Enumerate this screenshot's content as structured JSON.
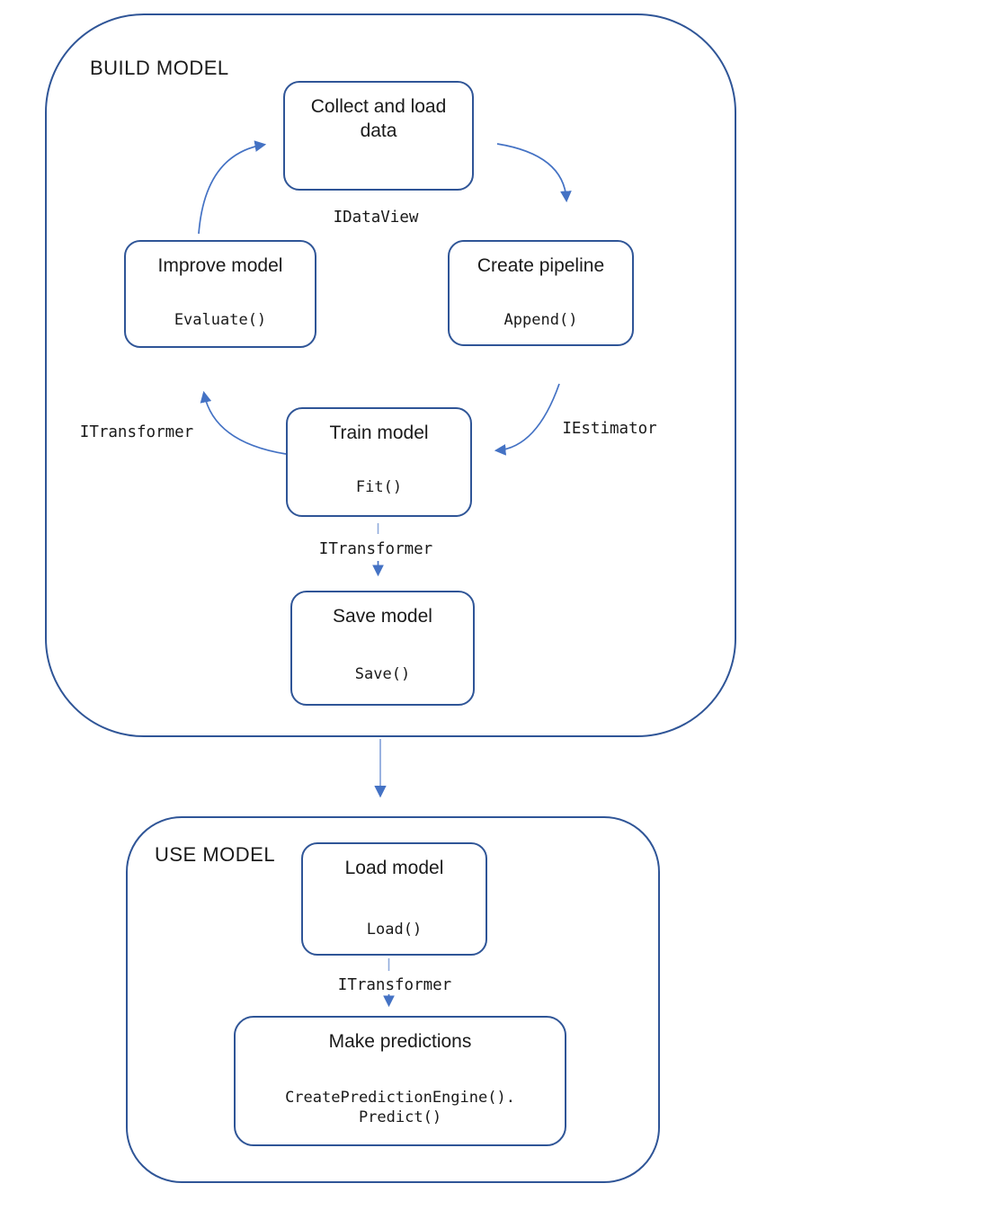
{
  "build": {
    "label": "BUILD MODEL",
    "nodes": {
      "collect": {
        "title": "Collect and load data"
      },
      "create": {
        "title": "Create pipeline",
        "code": "Append()"
      },
      "train": {
        "title": "Train model",
        "code": "Fit()"
      },
      "improve": {
        "title": "Improve model",
        "code": "Evaluate()"
      },
      "save": {
        "title": "Save model",
        "code": "Save()"
      }
    },
    "edge_labels": {
      "idataview": "IDataView",
      "iestimator": "IEstimator",
      "itransformer_loop": "ITransformer",
      "itransformer_save": "ITransformer"
    }
  },
  "use": {
    "label": "USE MODEL",
    "nodes": {
      "load": {
        "title": "Load model",
        "code": "Load()"
      },
      "predict": {
        "title": "Make predictions",
        "code_line1": "CreatePredictionEngine().",
        "code_line2": "Predict()"
      }
    },
    "edge_labels": {
      "itransformer": "ITransformer"
    }
  },
  "colors": {
    "border": "#2F5597",
    "arrow": "#4472C4",
    "connector": "#8FAADC"
  }
}
